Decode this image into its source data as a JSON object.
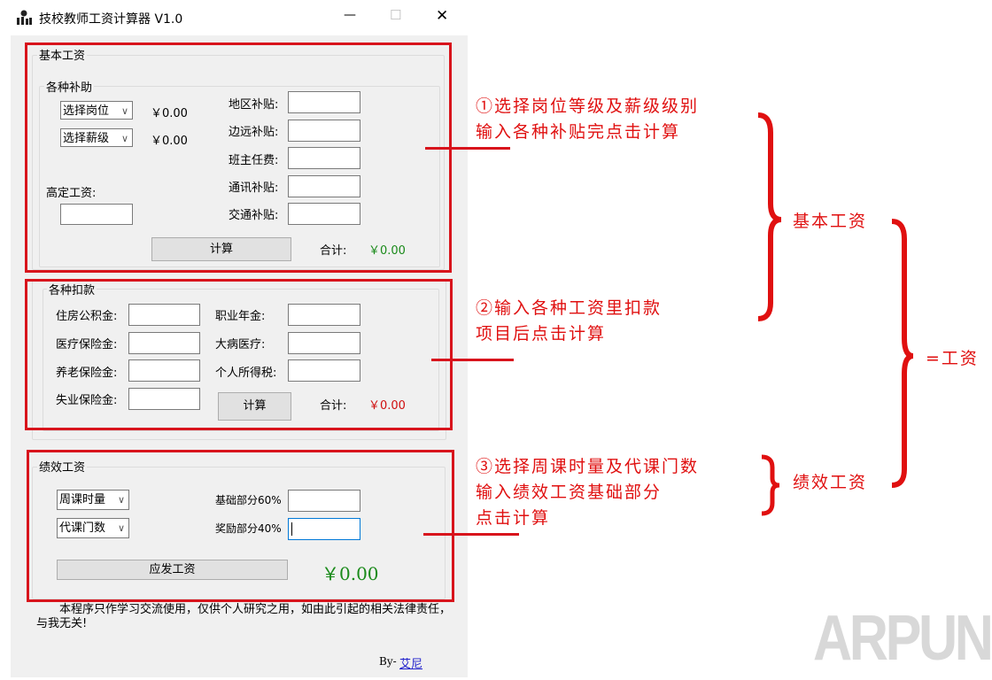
{
  "window": {
    "title": "技校教师工资计算器 V1.0",
    "minimize": "—",
    "maximize": "☐",
    "close": "✕"
  },
  "basic": {
    "legend": "基本工资",
    "subsidy_legend": "各种补助",
    "post_combo": "选择岗位",
    "grade_combo": "选择薪级",
    "post_amount": "￥0.00",
    "grade_amount": "￥0.00",
    "fixed_label": "高定工资:",
    "fields": [
      "地区补贴:",
      "边远补贴:",
      "班主任费:",
      "通讯补贴:",
      "交通补贴:"
    ],
    "calc": "计算",
    "total_label": "合计:",
    "total": "￥0.00"
  },
  "deduct": {
    "legend": "各种扣款",
    "left": [
      "住房公积金:",
      "医疗保险金:",
      "养老保险金:",
      "失业保险金:"
    ],
    "right": [
      "职业年金:",
      "大病医疗:",
      "个人所得税:"
    ],
    "calc": "计算",
    "total_label": "合计:",
    "total": "￥0.00"
  },
  "perf": {
    "legend": "绩效工资",
    "week_combo": "周课时量",
    "sub_combo": "代课门数",
    "base_label": "基础部分60%",
    "bonus_label": "奖励部分40%",
    "pay_button": "应发工资",
    "pay_total": "￥0.00"
  },
  "footer": {
    "disclaimer": "本程序只作学习交流使用，仅供个人研究之用，如由此引起的相关法律责任，与我无关!",
    "by": "By-",
    "author": "艾尼"
  },
  "annotations": {
    "a1": [
      "①选择岗位等级及薪级级别",
      "输入各种补贴完点击计算"
    ],
    "a2": [
      "②输入各种工资里扣款",
      "项目后点击计算"
    ],
    "a3": [
      "③选择周课时量及代课门数",
      "输入绩效工资基础部分",
      "点击计算"
    ],
    "brace_basic": "基本工资",
    "brace_perf": "绩效工资",
    "brace_total": "=工资"
  },
  "watermark": "ARPUN",
  "colors": {
    "annotation": "#e01010",
    "green": "#1a8a1a",
    "red_total": "#d01010"
  }
}
